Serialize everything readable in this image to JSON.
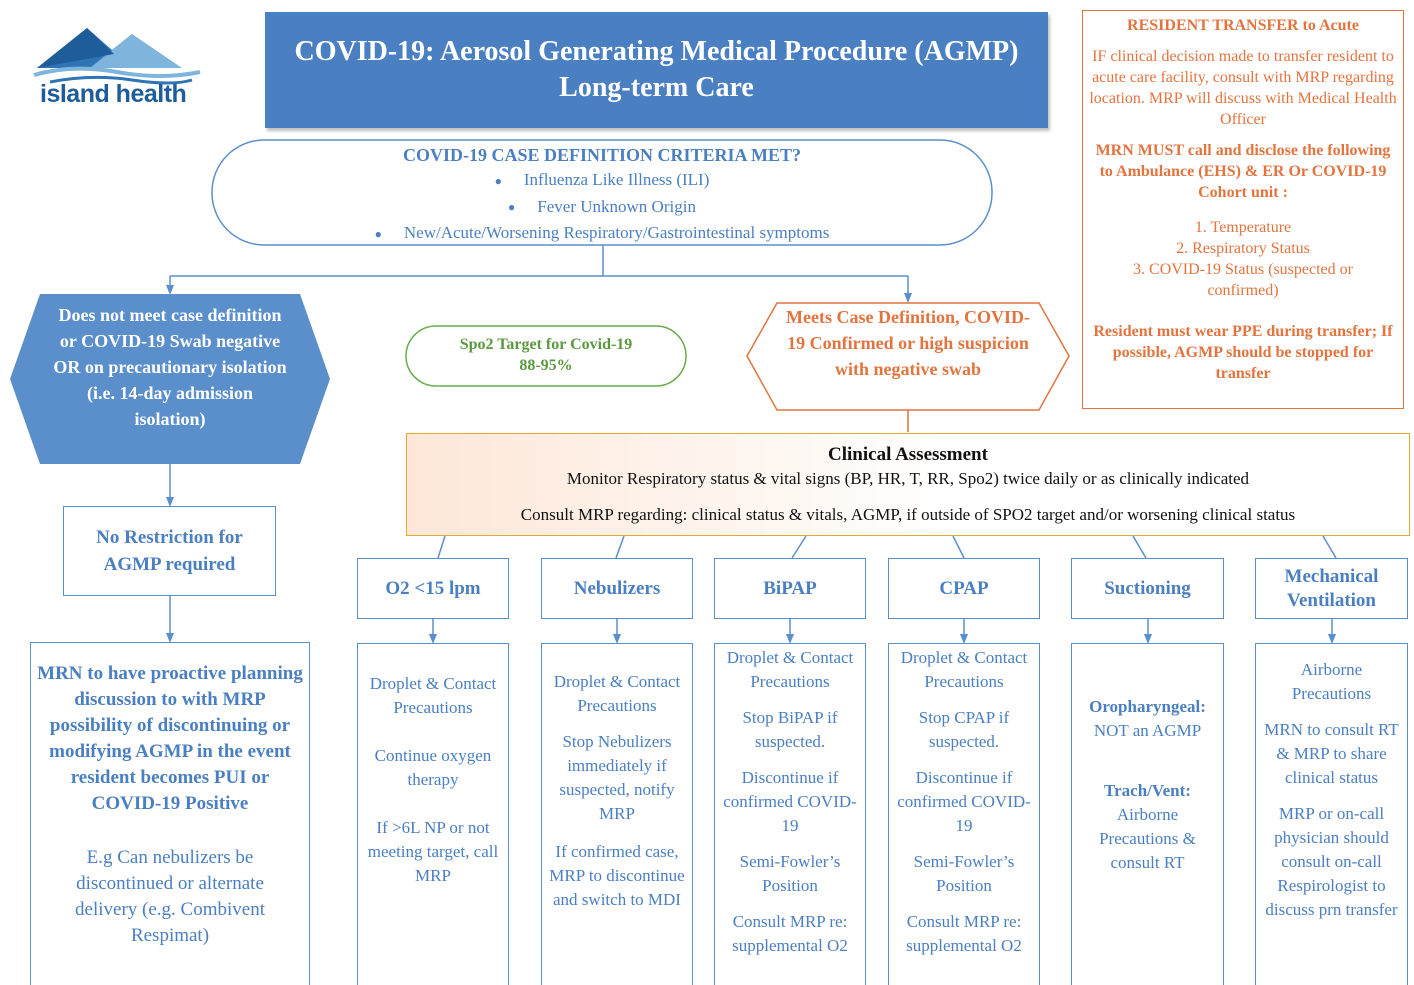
{
  "logo": {
    "text": "island health"
  },
  "title": {
    "line1": "COVID-19: Aerosol Generating Medical Procedure (AGMP)",
    "line2": "Long-term Care"
  },
  "transfer": {
    "heading": "RESIDENT TRANSFER to Acute",
    "para1": "IF clinical decision made to transfer resident to acute care facility, consult with MRP regarding location. MRP will discuss with Medical Health Officer",
    "para2": "MRN MUST call and disclose the following to Ambulance (EHS) & ER Or COVID-19 Cohort unit :",
    "item1": "1. Temperature",
    "item2": "2. Respiratory Status",
    "item3": "3. COVID-19 Status (suspected or confirmed)",
    "para3": "Resident must wear PPE during transfer; If possible, AGMP should be stopped for transfer"
  },
  "criteria": {
    "title": "COVID-19 CASE DEFINITION CRITERIA MET?",
    "items": [
      "Influenza Like Illness (ILI)",
      "Fever Unknown Origin",
      "New/Acute/Worsening Respiratory/Gastrointestinal symptoms"
    ]
  },
  "not_meet": {
    "text": "Does not meet case definition or COVID-19 Swab negative OR on precautionary isolation (i.e. 14-day admission isolation)"
  },
  "spo2": {
    "line1": "Spo2 Target for Covid-19",
    "line2": "88-95%"
  },
  "meets": {
    "text": "Meets Case Definition, COVID-19 Confirmed or high suspicion with negative swab"
  },
  "no_restriction": {
    "text": "No Restriction for AGMP required"
  },
  "mrn_planning": {
    "para1": "MRN to have proactive planning discussion to with MRP possibility of discontinuing or modifying AGMP in the event resident becomes PUI or COVID-19 Positive",
    "para2": "E.g Can nebulizers be discontinued or alternate delivery (e.g. Combivent Respimat)"
  },
  "clinical": {
    "title": "Clinical Assessment",
    "line1": "Monitor Respiratory status  & vital signs (BP, HR, T, RR, Spo2) twice daily or as clinically indicated",
    "line2": "Consult MRP regarding: clinical status & vitals, AGMP, if outside of SPO2 target and/or worsening clinical status"
  },
  "columns": [
    {
      "header": "O2 <15 lpm",
      "p1": "Droplet & Contact Precautions",
      "p2": "Continue oxygen therapy",
      "p3": "If >6L NP or not meeting target, call MRP"
    },
    {
      "header": "Nebulizers",
      "p1": "Droplet & Contact Precautions",
      "p2": "Stop Nebulizers immediately if suspected, notify MRP",
      "p3": "If confirmed case, MRP to discontinue and switch to MDI"
    },
    {
      "header": "BiPAP",
      "p1": "Droplet & Contact Precautions",
      "p2": "Stop BiPAP  if suspected.",
      "p3": "Discontinue if confirmed COVID-19",
      "p4": "Semi-Fowler’s Position",
      "p5": "Consult MRP re: supplemental O2"
    },
    {
      "header": "CPAP",
      "p1": "Droplet & Contact Precautions",
      "p2": "Stop CPAP if suspected.",
      "p3": "Discontinue if confirmed COVID-19",
      "p4": "Semi-Fowler’s Position",
      "p5": "Consult MRP re: supplemental O2"
    },
    {
      "header": "Suctioning",
      "p1_bold": "Oropharyngeal:",
      "p1": "NOT an AGMP",
      "p2_bold": "Trach/Vent:",
      "p2": "Airborne Precautions & consult RT"
    },
    {
      "header": "Mechanical Ventilation",
      "p1": "Airborne Precautions",
      "p2": "MRN to consult RT & MRP to share clinical status",
      "p3": "MRP or on-call physician should consult on-call Respirologist to discuss prn transfer"
    }
  ]
}
